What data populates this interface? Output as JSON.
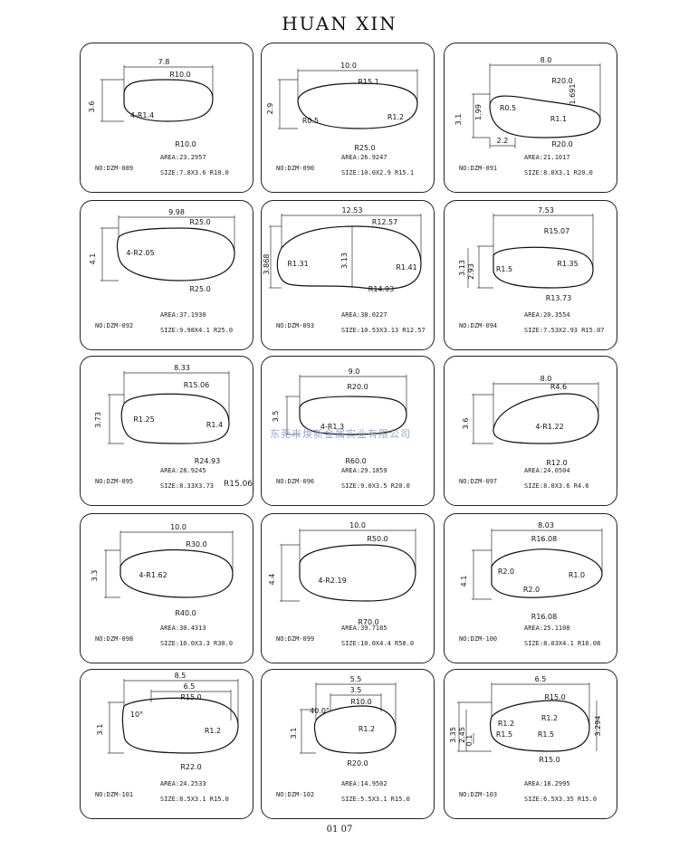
{
  "title": "HUAN  XIN",
  "watermark": "东莞市焕新金属实业有限公司",
  "page_number": "01 07",
  "cards": [
    {
      "no": "NO:DZM-089",
      "area": "AREA:23.2957",
      "size": "SIZE:7.8X3.6 R10.0",
      "dims": [
        "7.8",
        "3.6",
        "R10.0",
        "4-R1.4",
        "R10.0"
      ]
    },
    {
      "no": "NO:DZM-090",
      "area": "AREA:26.9247",
      "size": "SIZE:10.0X2.9   R15.1",
      "dims": [
        "10.0",
        "2.9",
        "R15.1",
        "R0.5",
        "R1.2",
        "R25.0"
      ]
    },
    {
      "no": "NO:DZM-091",
      "area": "AREA:21.1017",
      "size": "SIZE:8.0X3.1   R20.0",
      "dims": [
        "8.0",
        "3.1",
        "1.99",
        "1.691",
        "R20.0",
        "R0.5",
        "R1.1",
        "2.2",
        "R20.0"
      ]
    },
    {
      "no": "NO:DZM-092",
      "area": "AREA:37.1930",
      "size": "SIZE:9.98X4.1  R25.0",
      "dims": [
        "9.98",
        "4.1",
        "R25.0",
        "4-R2.05",
        "R25.0"
      ]
    },
    {
      "no": "NO:DZM-093",
      "area": "AREA:38.0227",
      "size": "SIZE:10.53X3.13 R12.57",
      "dims": [
        "12.53",
        "3.868",
        "3.13",
        "R12.57",
        "R1.31",
        "R1.41",
        "R14.93"
      ]
    },
    {
      "no": "NO:DZM-094",
      "area": "AREA:20.3554",
      "size": "SIZE:7.53X2.93     R15.07",
      "dims": [
        "7.53",
        "3.13",
        "2.93",
        "R15.07",
        "R1.5",
        "R1.35",
        "R13.73"
      ]
    },
    {
      "no": "NO:DZM-095",
      "area": "AREA:28.9245",
      "size": "SIZE:8.33X3.73",
      "size_extra": "R15.06",
      "dims": [
        "8.33",
        "3.73",
        "R15.06",
        "R1.25",
        "R1.4",
        "R24.93"
      ]
    },
    {
      "no": "NO:DZM-096",
      "area": "AREA:29.1859",
      "size": "SIZE:9.0X3.5   R20.0",
      "dims": [
        "9.0",
        "3.5",
        "R20.0",
        "4-R1.3",
        "R60.0"
      ]
    },
    {
      "no": "NO:DZM-097",
      "area": "AREA:24.0504",
      "size": "SIZE:8.0X3.6  R4.6",
      "dims": [
        "8.0",
        "3.6",
        "R4.6",
        "4-R1.22",
        "R12.0"
      ]
    },
    {
      "no": "NO:DZM-098",
      "area": "AREA:30.4313",
      "size": "SIZE:10.0X3.3   R30.0",
      "dims": [
        "10.0",
        "3.3",
        "R30.0",
        "4-R1.62",
        "R40.0"
      ]
    },
    {
      "no": "NO:DZM-099",
      "area": "AREA:39.7185",
      "size": "SIZE:10.0X4.4  R50.0",
      "dims": [
        "10.0",
        "4.4",
        "R50.0",
        "4-R2.19",
        "R70.0"
      ]
    },
    {
      "no": "NO:DZM-100",
      "area": "AREA:25.1108",
      "size": "SIZE:8.03X4.1 R16.08",
      "dims": [
        "8.03",
        "4.1",
        "R16.08",
        "R2.0",
        "R1.0",
        "R2.0",
        "R16.08"
      ]
    },
    {
      "no": "NO:DZM-101",
      "area": "AREA:24.2533",
      "size": "SIZE:8.5X3.1  R15.0",
      "dims": [
        "8.5",
        "6.5",
        "3.1",
        "R15.0",
        "10°",
        "R1.2",
        "R22.0"
      ]
    },
    {
      "no": "NO:DZM-102",
      "area": "AREA:14.9502",
      "size": "SIZE:5.5X3.1  R15.0",
      "dims": [
        "5.5",
        "3.5",
        "3.1",
        "R10.0",
        "40.0°",
        "R1.2",
        "R20.0"
      ]
    },
    {
      "no": "NO:DZM-103",
      "area": "AREA:18.2995",
      "size": "SIZE:6.5X3.35  R15.0",
      "dims": [
        "6.5",
        "3.35",
        "2.45",
        "0.1",
        "3.294",
        "R15.0",
        "R1.2",
        "R1.2",
        "R1.5",
        "R1.5",
        "R15.0"
      ]
    }
  ]
}
